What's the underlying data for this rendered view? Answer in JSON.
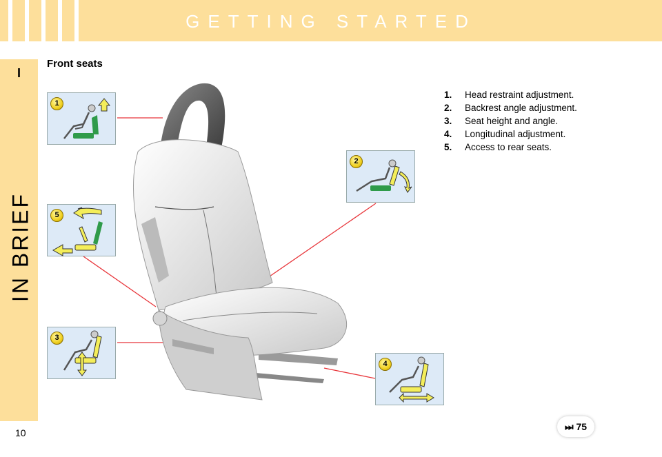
{
  "header": {
    "title": "GETTING STARTED"
  },
  "sidebar": {
    "chapter_roman": "I",
    "chapter_title": "IN BRIEF"
  },
  "page_number": "10",
  "section": {
    "title": "Front seats"
  },
  "legend": [
    {
      "num": "1.",
      "text": "Head restraint adjustment."
    },
    {
      "num": "2.",
      "text": "Backrest angle adjustment."
    },
    {
      "num": "3.",
      "text": "Seat height and angle."
    },
    {
      "num": "4.",
      "text": "Longitudinal adjustment."
    },
    {
      "num": "5.",
      "text": "Access to rear seats."
    }
  ],
  "panels": [
    {
      "badge": "1",
      "icon": "head-restraint-icon"
    },
    {
      "badge": "2",
      "icon": "backrest-angle-icon"
    },
    {
      "badge": "3",
      "icon": "seat-height-icon"
    },
    {
      "badge": "4",
      "icon": "longitudinal-icon"
    },
    {
      "badge": "5",
      "icon": "rear-access-icon"
    }
  ],
  "reference": {
    "text": "⏭ 75"
  },
  "colors": {
    "accent": "#fddf9b",
    "panel_bg": "#ddeaf7",
    "leader": "#e8353a",
    "seat_green": "#2f9b4a",
    "arrow_yellow": "#f4ee5a"
  }
}
